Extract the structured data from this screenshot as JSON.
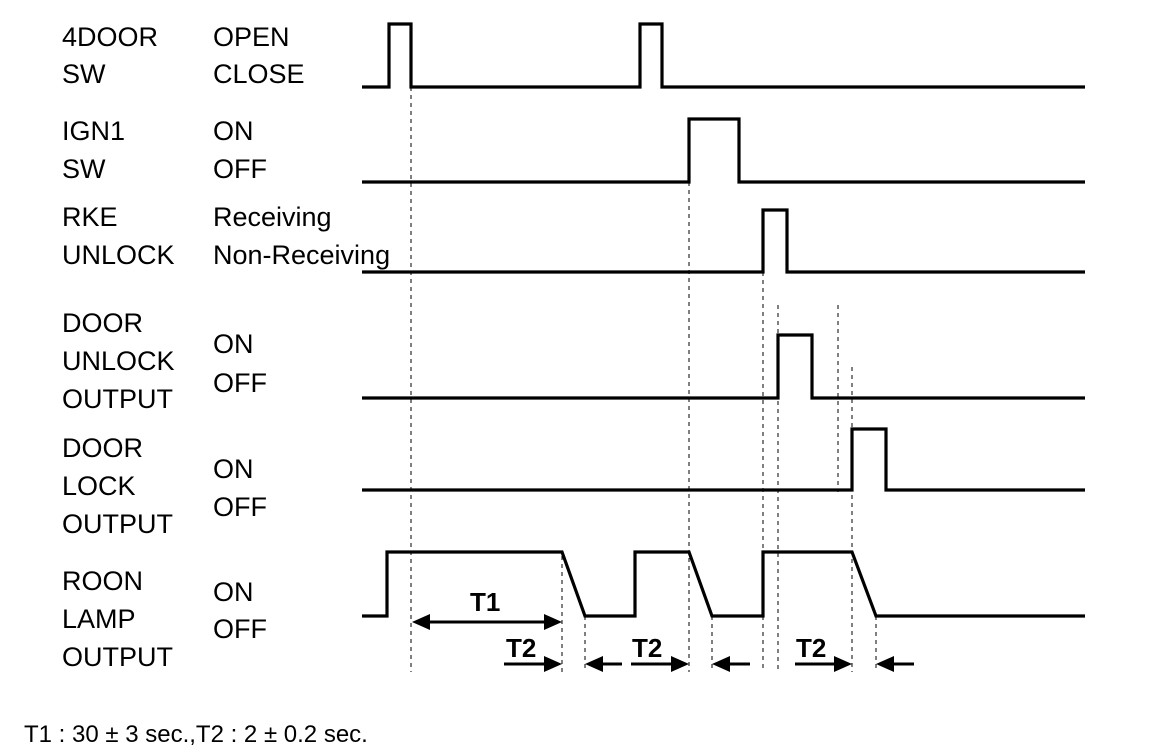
{
  "signals": [
    {
      "name": [
        "4DOOR",
        "SW"
      ],
      "states": [
        "OPEN",
        "CLOSE"
      ]
    },
    {
      "name": [
        "IGN1",
        "SW"
      ],
      "states": [
        "ON",
        "OFF"
      ]
    },
    {
      "name": [
        "RKE",
        "UNLOCK"
      ],
      "states": [
        "Receiving",
        "Non-Receiving"
      ]
    },
    {
      "name": [
        "DOOR",
        "UNLOCK",
        "OUTPUT"
      ],
      "states": [
        "ON",
        "OFF"
      ]
    },
    {
      "name": [
        "DOOR",
        "LOCK",
        "OUTPUT"
      ],
      "states": [
        "ON",
        "OFF"
      ]
    },
    {
      "name": [
        "ROON",
        "LAMP",
        "OUTPUT"
      ],
      "states": [
        "ON",
        "OFF"
      ]
    }
  ],
  "intervals": {
    "t1": "T1",
    "t2": "T2"
  },
  "footnote": "T1 : 30 ± 3 sec.,T2 : 2 ± 0.2 sec."
}
